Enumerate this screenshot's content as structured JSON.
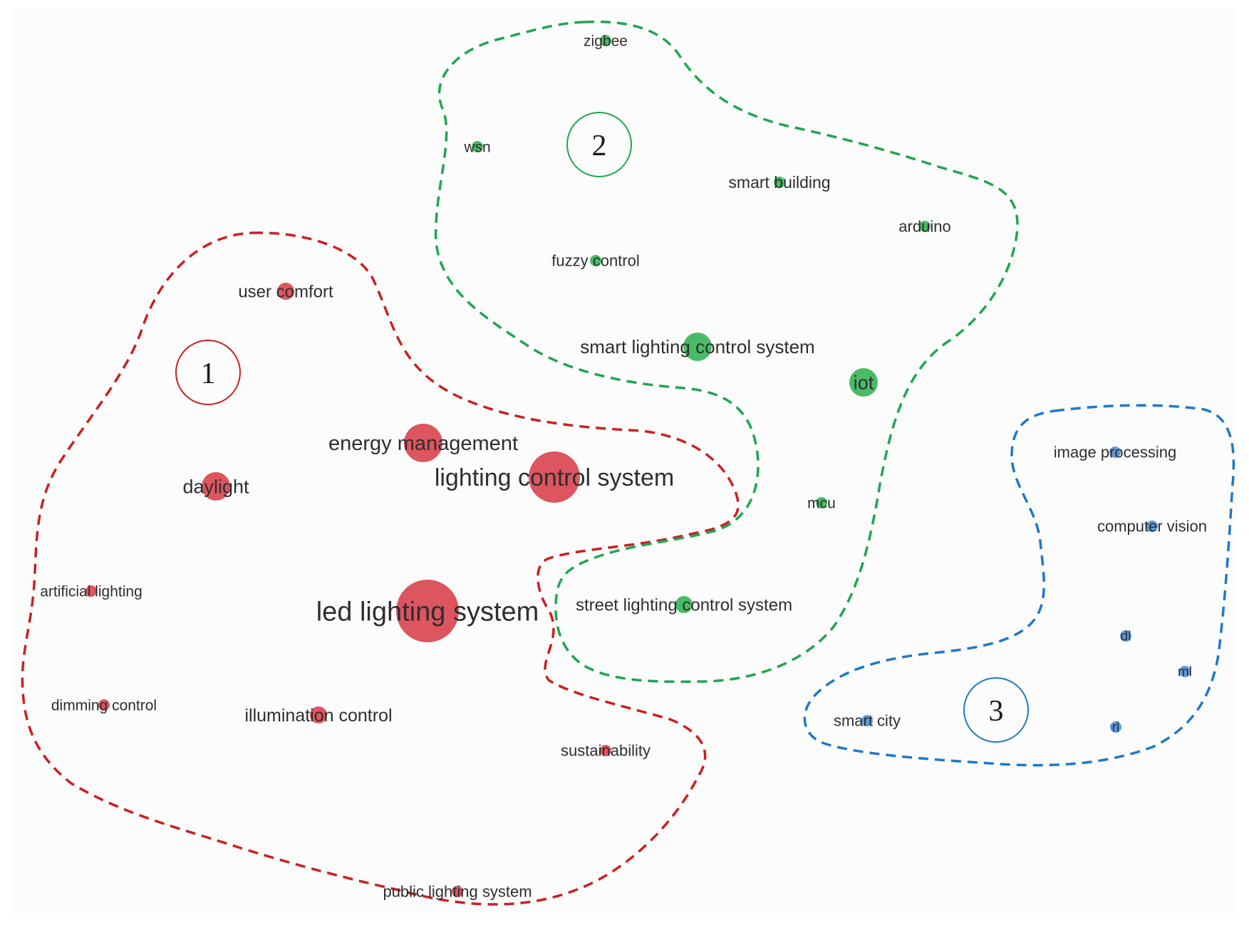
{
  "colors": {
    "cluster_1": "#d9434e",
    "cluster_2": "#34b554",
    "cluster_3": "#4a90d9",
    "outline_1": "#cc1f1f",
    "outline_2": "#1fa64f",
    "outline_3": "#1f78c8",
    "label": "#2e2e2e"
  },
  "clusters": [
    {
      "id": "1",
      "label": "1",
      "color_key": "cluster_1"
    },
    {
      "id": "2",
      "label": "2",
      "color_key": "cluster_2"
    },
    {
      "id": "3",
      "label": "3",
      "color_key": "cluster_3"
    }
  ],
  "keywords": [
    {
      "text": "user comfort",
      "cluster": "1",
      "weight": 1
    },
    {
      "text": "energy management",
      "cluster": "1",
      "weight": 3
    },
    {
      "text": "daylight",
      "cluster": "1",
      "weight": 2
    },
    {
      "text": "lighting control system",
      "cluster": "1",
      "weight": 4
    },
    {
      "text": "artificial lighting",
      "cluster": "1",
      "weight": 0
    },
    {
      "text": "led lighting system",
      "cluster": "1",
      "weight": 5
    },
    {
      "text": "dimming control",
      "cluster": "1",
      "weight": 0
    },
    {
      "text": "illumination control",
      "cluster": "1",
      "weight": 1
    },
    {
      "text": "sustainability",
      "cluster": "1",
      "weight": 0
    },
    {
      "text": "public lighting system",
      "cluster": "1",
      "weight": 0
    },
    {
      "text": "zigbee",
      "cluster": "2",
      "weight": 0
    },
    {
      "text": "wsn",
      "cluster": "2",
      "weight": 0
    },
    {
      "text": "smart building",
      "cluster": "2",
      "weight": 0
    },
    {
      "text": "arduino",
      "cluster": "2",
      "weight": 0
    },
    {
      "text": "fuzzy control",
      "cluster": "2",
      "weight": 0
    },
    {
      "text": "smart lighting control system",
      "cluster": "2",
      "weight": 2
    },
    {
      "text": "iot",
      "cluster": "2",
      "weight": 2
    },
    {
      "text": "mcu",
      "cluster": "2",
      "weight": 0
    },
    {
      "text": "street lighting control system",
      "cluster": "2",
      "weight": 1
    },
    {
      "text": "image processing",
      "cluster": "3",
      "weight": 0
    },
    {
      "text": "computer vision",
      "cluster": "3",
      "weight": 0
    },
    {
      "text": "dl",
      "cluster": "3",
      "weight": 0
    },
    {
      "text": "ml",
      "cluster": "3",
      "weight": 0
    },
    {
      "text": "rl",
      "cluster": "3",
      "weight": 0
    },
    {
      "text": "smart city",
      "cluster": "3",
      "weight": 0
    }
  ]
}
